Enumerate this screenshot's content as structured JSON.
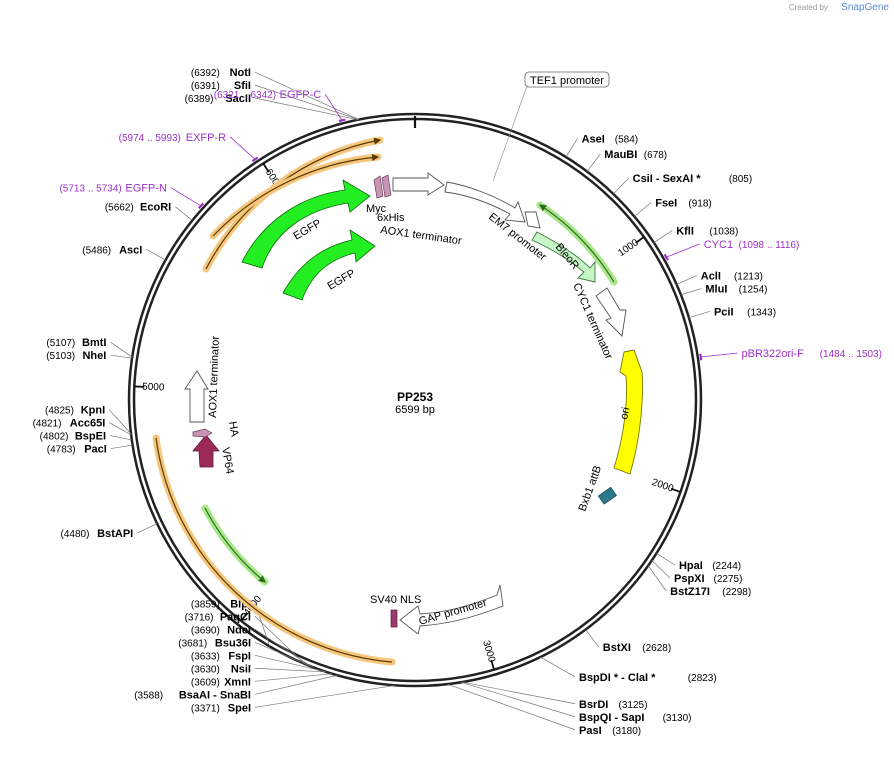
{
  "branding": {
    "created_by": "Created by",
    "logo_text": "SnapGene"
  },
  "plasmid": {
    "name": "PP253",
    "size": "6599 bp",
    "length": 6599
  },
  "ticks": [
    {
      "label": "1000",
      "bp": 1000
    },
    {
      "label": "2000",
      "bp": 2000
    },
    {
      "label": "3000",
      "bp": 3000
    },
    {
      "label": "4000",
      "bp": 4000
    },
    {
      "label": "5000",
      "bp": 5000
    },
    {
      "label": "6000",
      "bp": 6000
    }
  ],
  "enzymes": [
    {
      "name": "NotI",
      "pos": "(6392)",
      "bp": 6392
    },
    {
      "name": "SfiI",
      "pos": "(6391)",
      "bp": 6391
    },
    {
      "name": "SacII",
      "pos": "(6389)",
      "bp": 6389
    },
    {
      "name": "EcoRI",
      "pos": "(5662)",
      "bp": 5662
    },
    {
      "name": "AscI",
      "pos": "(5486)",
      "bp": 5486
    },
    {
      "name": "BmtI",
      "pos": "(5107)",
      "bp": 5107
    },
    {
      "name": "NheI",
      "pos": "(5103)",
      "bp": 5103
    },
    {
      "name": "KpnI",
      "pos": "(4825)",
      "bp": 4825
    },
    {
      "name": "Acc65I",
      "pos": "(4821)",
      "bp": 4821
    },
    {
      "name": "BspEI",
      "pos": "(4802)",
      "bp": 4802
    },
    {
      "name": "PacI",
      "pos": "(4783)",
      "bp": 4783
    },
    {
      "name": "BstAPI",
      "pos": "(4480)",
      "bp": 4480
    },
    {
      "name": "BlpI",
      "pos": "(3859)",
      "bp": 3859
    },
    {
      "name": "PaqCI",
      "pos": "(3716)",
      "bp": 3716
    },
    {
      "name": "NdeI",
      "pos": "(3690)",
      "bp": 3690
    },
    {
      "name": "Bsu36I",
      "pos": "(3681)",
      "bp": 3681
    },
    {
      "name": "FspI",
      "pos": "(3633)",
      "bp": 3633
    },
    {
      "name": "NsiI",
      "pos": "(3630)",
      "bp": 3630
    },
    {
      "name": "XmnI",
      "pos": "(3609)",
      "bp": 3609
    },
    {
      "name": "BsaAI",
      "suffix": "- SnaBI",
      "pos": "(3588)",
      "bp": 3588
    },
    {
      "name": "SpeI",
      "pos": "(3371)",
      "bp": 3371
    },
    {
      "name": "PasI",
      "pos": "(3180)",
      "bp": 3180
    },
    {
      "name": "BspQI",
      "suffix": "- SapI",
      "pos": "(3130)",
      "bp": 3130
    },
    {
      "name": "BsrDI",
      "pos": "(3125)",
      "bp": 3125
    },
    {
      "name": "BspDI *",
      "suffix": "- ClaI *",
      "pos": "(2823)",
      "bp": 2823
    },
    {
      "name": "BstXI",
      "pos": "(2628)",
      "bp": 2628
    },
    {
      "name": "BstZ17I",
      "pos": "(2298)",
      "bp": 2298
    },
    {
      "name": "PspXI",
      "pos": "(2275)",
      "bp": 2275
    },
    {
      "name": "HpaI",
      "pos": "(2244)",
      "bp": 2244
    },
    {
      "name": "PciI",
      "pos": "(1343)",
      "bp": 1343
    },
    {
      "name": "MluI",
      "pos": "(1254)",
      "bp": 1254
    },
    {
      "name": "AclI",
      "pos": "(1213)",
      "bp": 1213
    },
    {
      "name": "KflI",
      "pos": "(1038)",
      "bp": 1038
    },
    {
      "name": "FseI",
      "pos": "(918)",
      "bp": 918
    },
    {
      "name": "CsiI",
      "suffix": "- SexAI *",
      "pos": "(805)",
      "bp": 805
    },
    {
      "name": "MauBI",
      "pos": "(678)",
      "bp": 678
    },
    {
      "name": "AseI",
      "pos": "(584)",
      "bp": 584
    }
  ],
  "primers": [
    {
      "name": "EGFP-C",
      "pos": "(6321 .. 6342)",
      "bp": 6331
    },
    {
      "name": "EXFP-R",
      "pos": "(5974 .. 5993)",
      "bp": 5983
    },
    {
      "name": "EGFP-N",
      "pos": "(5713 .. 5734)",
      "bp": 5723
    },
    {
      "name": "CYC1",
      "pos": "(1098 .. 1116)",
      "bp": 1107
    },
    {
      "name": "pBR322ori-F",
      "pos": "(1484 .. 1503)",
      "bp": 1493
    }
  ],
  "features": [
    {
      "name": "TEF1 promoter",
      "type": "promoter",
      "boxed": true
    },
    {
      "name": "EM7 promoter",
      "type": "promoter"
    },
    {
      "name": "BleoR",
      "type": "cds",
      "color": "#c8f5c8"
    },
    {
      "name": "CYC1 terminator",
      "type": "terminator"
    },
    {
      "name": "ori",
      "type": "ori",
      "color": "#ffff00"
    },
    {
      "name": "Bxb1 attB",
      "type": "site",
      "color": "#2a7a8c"
    },
    {
      "name": "GAP promoter",
      "type": "promoter"
    },
    {
      "name": "SV40 NLS",
      "type": "tag",
      "color": "#9b3a6b"
    },
    {
      "name": "VP64",
      "type": "cds",
      "color": "#9b2a5b"
    },
    {
      "name": "HA",
      "type": "tag",
      "color": "#c896b4"
    },
    {
      "name": "AOX1 terminator",
      "type": "terminator"
    },
    {
      "name": "EGFP",
      "type": "cds",
      "color": "#22ee22"
    },
    {
      "name": "EGFP",
      "type": "cds",
      "color": "#22ee22"
    },
    {
      "name": "Myc",
      "type": "tag",
      "color": "#c896b4"
    },
    {
      "name": "6xHis",
      "type": "tag",
      "color": "#c896b4"
    },
    {
      "name": "AOX1 terminator",
      "type": "terminator"
    }
  ],
  "colors": {
    "orange_arc": "#f5c77e",
    "green_arc": "#a8e68a",
    "backbone": "#222222",
    "primer": "#9b30c8"
  }
}
